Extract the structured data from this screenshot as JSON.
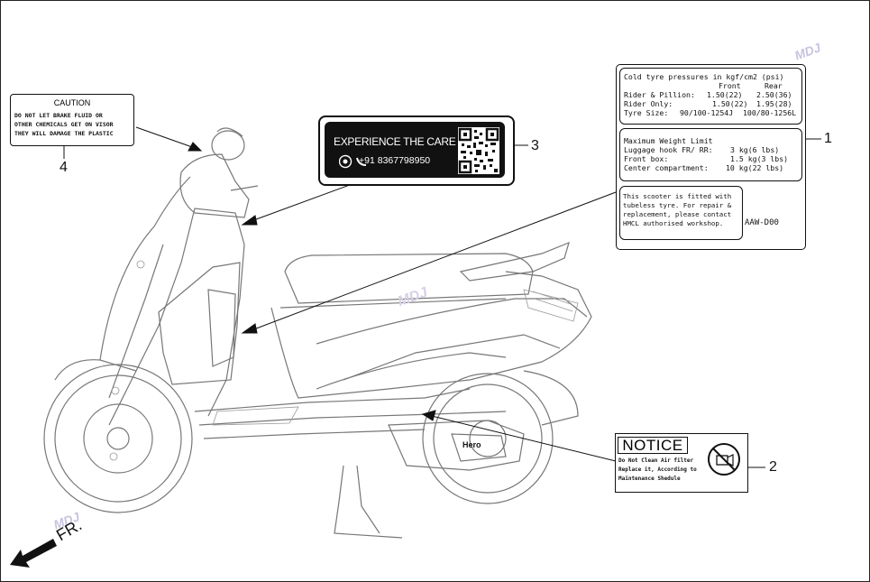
{
  "label4": {
    "title": "CAUTION",
    "lines": [
      "DO NOT LET BRAKE FLUID OR",
      "OTHER CHEMICALS GET ON VISOR",
      "THEY WILL DAMAGE THE PLASTIC"
    ]
  },
  "label3": {
    "headline": "EXPERIENCE THE CARE",
    "phone": "+91 8367798950"
  },
  "label1": {
    "tyre": {
      "heading": "Cold tyre pressures in kgf/cm2 (psi)",
      "col_front": "Front",
      "col_rear": "Rear",
      "rows": [
        {
          "label": "Rider & Pillion:",
          "front": "1.50(22)",
          "rear": "2.50(36)"
        },
        {
          "label": "Rider Only:",
          "front": "1.50(22)",
          "rear": "1.95(28)"
        }
      ],
      "size_label": "Tyre Size:",
      "size_front": "90/100-1254J",
      "size_rear": "100/80-1256L"
    },
    "weight": {
      "heading": "Maximum Weight Limit",
      "rows": [
        {
          "label": "Luggage hook FR/ RR:",
          "value": "3 kg(6 lbs)"
        },
        {
          "label": "Front box:",
          "value": "1.5 kg(3 lbs)"
        },
        {
          "label": "Center compartment:",
          "value": "10 kg(22 lbs)"
        }
      ]
    },
    "tubeless_lines": [
      "This scooter is fitted with",
      "tubeless tyre. For repair &",
      "replacement, please contact",
      "HMCL authorised workshop."
    ],
    "code": "AAW-D00"
  },
  "label2": {
    "title": "NOTICE",
    "lines": [
      "Do Not Clean Air filter",
      "Replace it, According to",
      "Maintenance Shedule"
    ]
  },
  "callouts": {
    "c1": "1",
    "c2": "2",
    "c3": "3",
    "c4": "4"
  },
  "direction": "FR.",
  "watermark": "MDJ",
  "badge": "Hero"
}
